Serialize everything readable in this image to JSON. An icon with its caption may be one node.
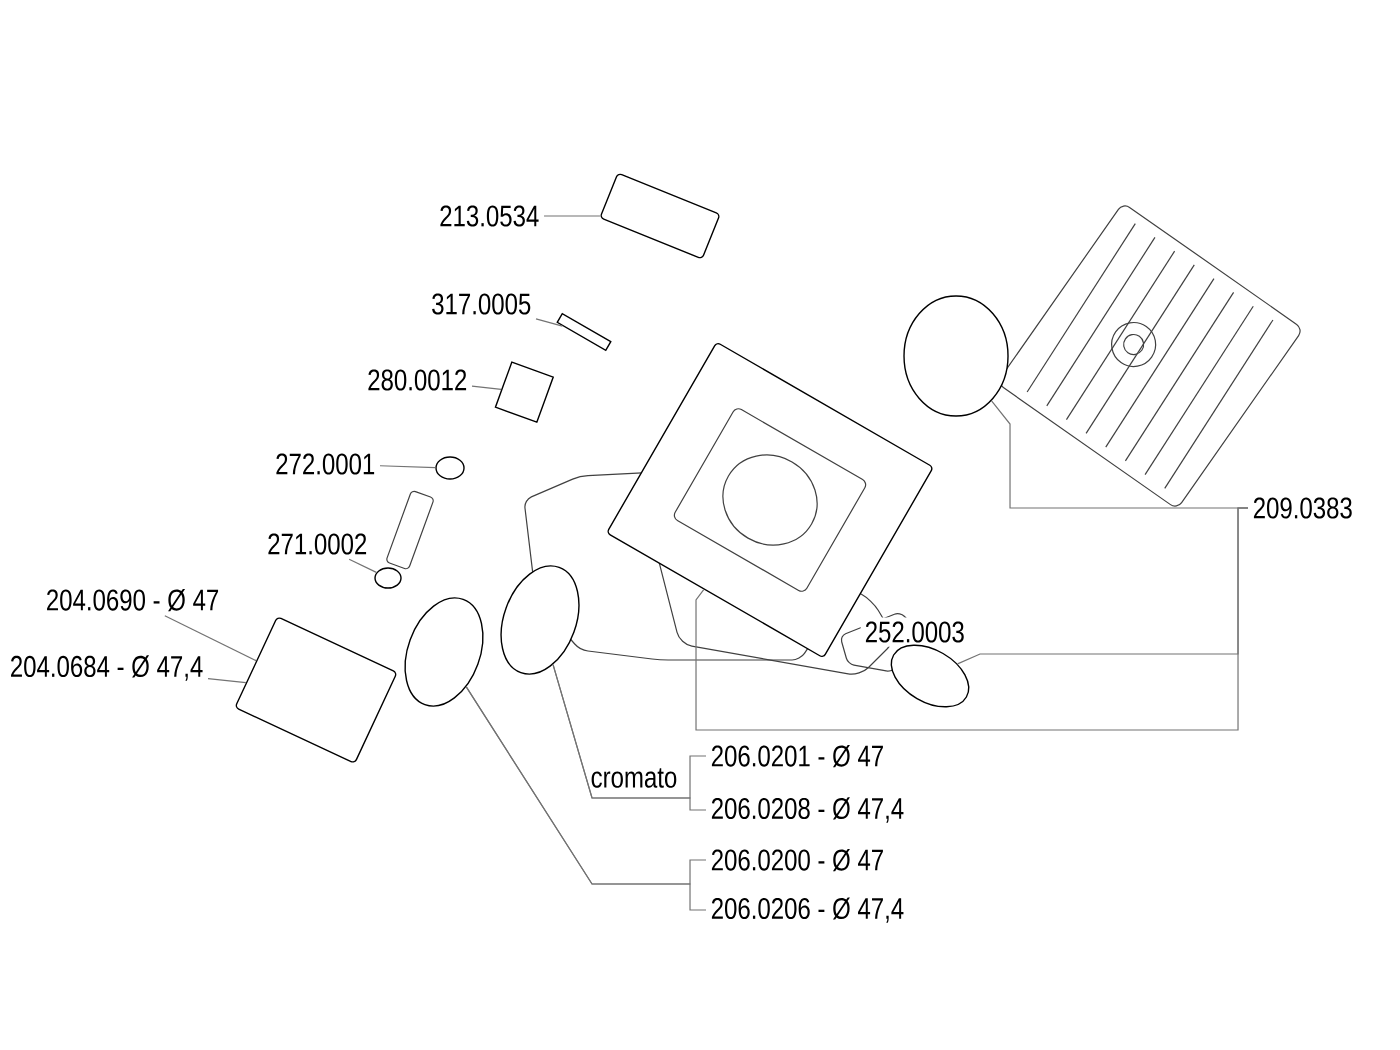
{
  "diagram": {
    "nodes": [
      {
        "text": [
          "213.0534"
        ]
      },
      {
        "text": [
          "317.0005"
        ]
      },
      {
        "text": [
          "280.0012"
        ]
      },
      {
        "text": [
          "272.0001"
        ]
      },
      {
        "text": [
          "271.0002"
        ]
      },
      {
        "text": [
          "204.0690 - Ø 47"
        ]
      },
      {
        "text": [
          "204.0684 - Ø 47,4"
        ]
      },
      {
        "text": [
          "209.0383"
        ]
      },
      {
        "text": [
          "252.0003"
        ]
      },
      {
        "text": [
          "206.0201 - Ø 47"
        ]
      },
      {
        "text": [
          "206.0208 - Ø 47,4"
        ]
      },
      {
        "text": [
          "206.0200 - Ø 47"
        ]
      },
      {
        "text": [
          "206.0206 - Ø 47,4"
        ]
      },
      {
        "text": [],
        "shape": "box"
      },
      {
        "text": [],
        "shape": "bar"
      },
      {
        "text": [],
        "shape": "cylinder"
      },
      {
        "text": [],
        "shape": "circle"
      },
      {
        "text": [],
        "shape": "circle"
      },
      {
        "text": [],
        "shape": "box"
      },
      {
        "text": [],
        "shape": "circle"
      },
      {
        "text": [],
        "shape": "circle"
      },
      {
        "text": [],
        "shape": "circle"
      },
      {
        "text": [],
        "shape": "circle"
      },
      {
        "text": [],
        "shape": "box"
      }
    ],
    "edges": [
      {
        "from": 0,
        "to": 13,
        "arrow": "none"
      },
      {
        "from": 1,
        "to": 14,
        "arrow": "none"
      },
      {
        "from": 2,
        "to": 15,
        "arrow": "none"
      },
      {
        "from": 3,
        "to": 16,
        "arrow": "none"
      },
      {
        "from": 4,
        "to": 17,
        "arrow": "none"
      },
      {
        "from": 5,
        "to": 18,
        "arrow": "none"
      },
      {
        "from": 6,
        "to": 18,
        "arrow": "none"
      },
      {
        "from": 7,
        "to": 21,
        "arrow": "none"
      },
      {
        "from": 7,
        "to": 22,
        "arrow": "none"
      },
      {
        "from": 7,
        "to": 23,
        "arrow": "none"
      },
      {
        "from": 9,
        "to": 20,
        "arrow": "none"
      },
      {
        "from": 10,
        "to": 20,
        "arrow": "none"
      },
      {
        "from": 11,
        "to": 19,
        "arrow": "none"
      },
      {
        "from": 12,
        "to": 19,
        "arrow": "none"
      }
    ],
    "labels": [
      "cromato"
    ]
  }
}
